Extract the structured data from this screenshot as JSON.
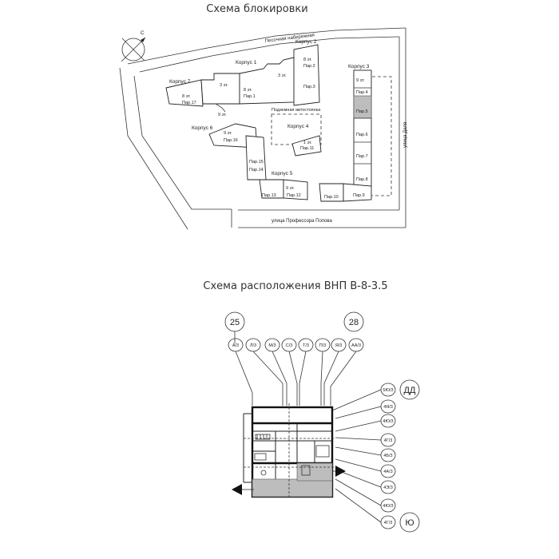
{
  "scheme1": {
    "title": "Схема блокировки",
    "compass": "С",
    "streets": {
      "top": "Песочная набережная",
      "right": "улица Даля",
      "bottom": "улица Профессора Попова"
    },
    "parking": "Подземная автостоянка",
    "buildings": [
      {
        "name": "Корпус 1"
      },
      {
        "name": "Корпус 2"
      },
      {
        "name": "Корпус 3"
      },
      {
        "name": "Корпус 4"
      },
      {
        "name": "Корпус 5"
      },
      {
        "name": "Корпус 6"
      },
      {
        "name": "Корпус 7"
      }
    ],
    "floors": [
      "8 эт.",
      "3 эт.",
      "8 эт.",
      "3 эт.",
      "8 эт.",
      "9 эт.",
      "1 эт.",
      "9 эт.",
      "9 эт.",
      "9 эт."
    ],
    "sections": [
      "Пар.17",
      "Пар.1",
      "Пар.2",
      "Пар.3",
      "Пар.4",
      "Пар.5",
      "Пар.6",
      "Пар.7",
      "Пар.8",
      "Пар.9",
      "Пар.10",
      "Пар.11",
      "Пар.12",
      "Пар.13",
      "Пар.14",
      "Пар.15",
      "Пар.16"
    ]
  },
  "scheme2": {
    "title": "Схема расположения ВНП В-8-3.5",
    "bubbles": {
      "left": "25",
      "right": "28"
    },
    "top_axes": [
      "А/3",
      "Л/3",
      "М/3",
      "С/3",
      "Т/3",
      "П/3",
      "Я/3",
      "АА/3"
    ],
    "right_axes": [
      "5Ю/3",
      "4Я/3",
      "4Ю/3",
      "4Г/3",
      "4Б/3",
      "4А/3",
      "4Э/3",
      "4Ю/3",
      "4Г/3"
    ],
    "axis_letters": {
      "top": "ДД",
      "bottom": "Ю"
    }
  }
}
